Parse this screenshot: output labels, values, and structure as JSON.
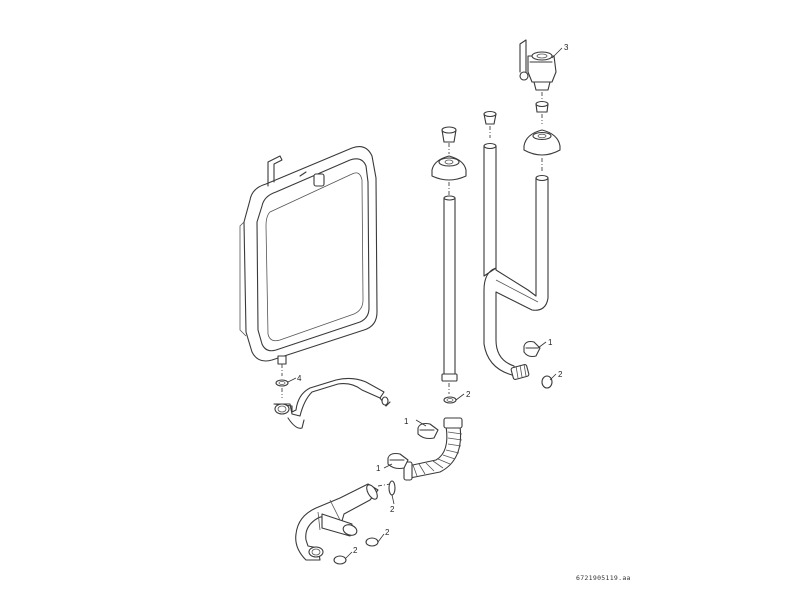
{
  "callouts": {
    "valve": "3",
    "clip_right": "1",
    "oring_right": "2",
    "oring_mid": "2",
    "clip_mid": "1",
    "clip_low": "1",
    "oring_low_a": "2",
    "oring_low_b": "2",
    "oring_low_c": "2",
    "washer_tank": "4"
  },
  "document_id": "6721905119.aa",
  "colors": {
    "line": "#3a3a3a",
    "background": "#ffffff"
  }
}
